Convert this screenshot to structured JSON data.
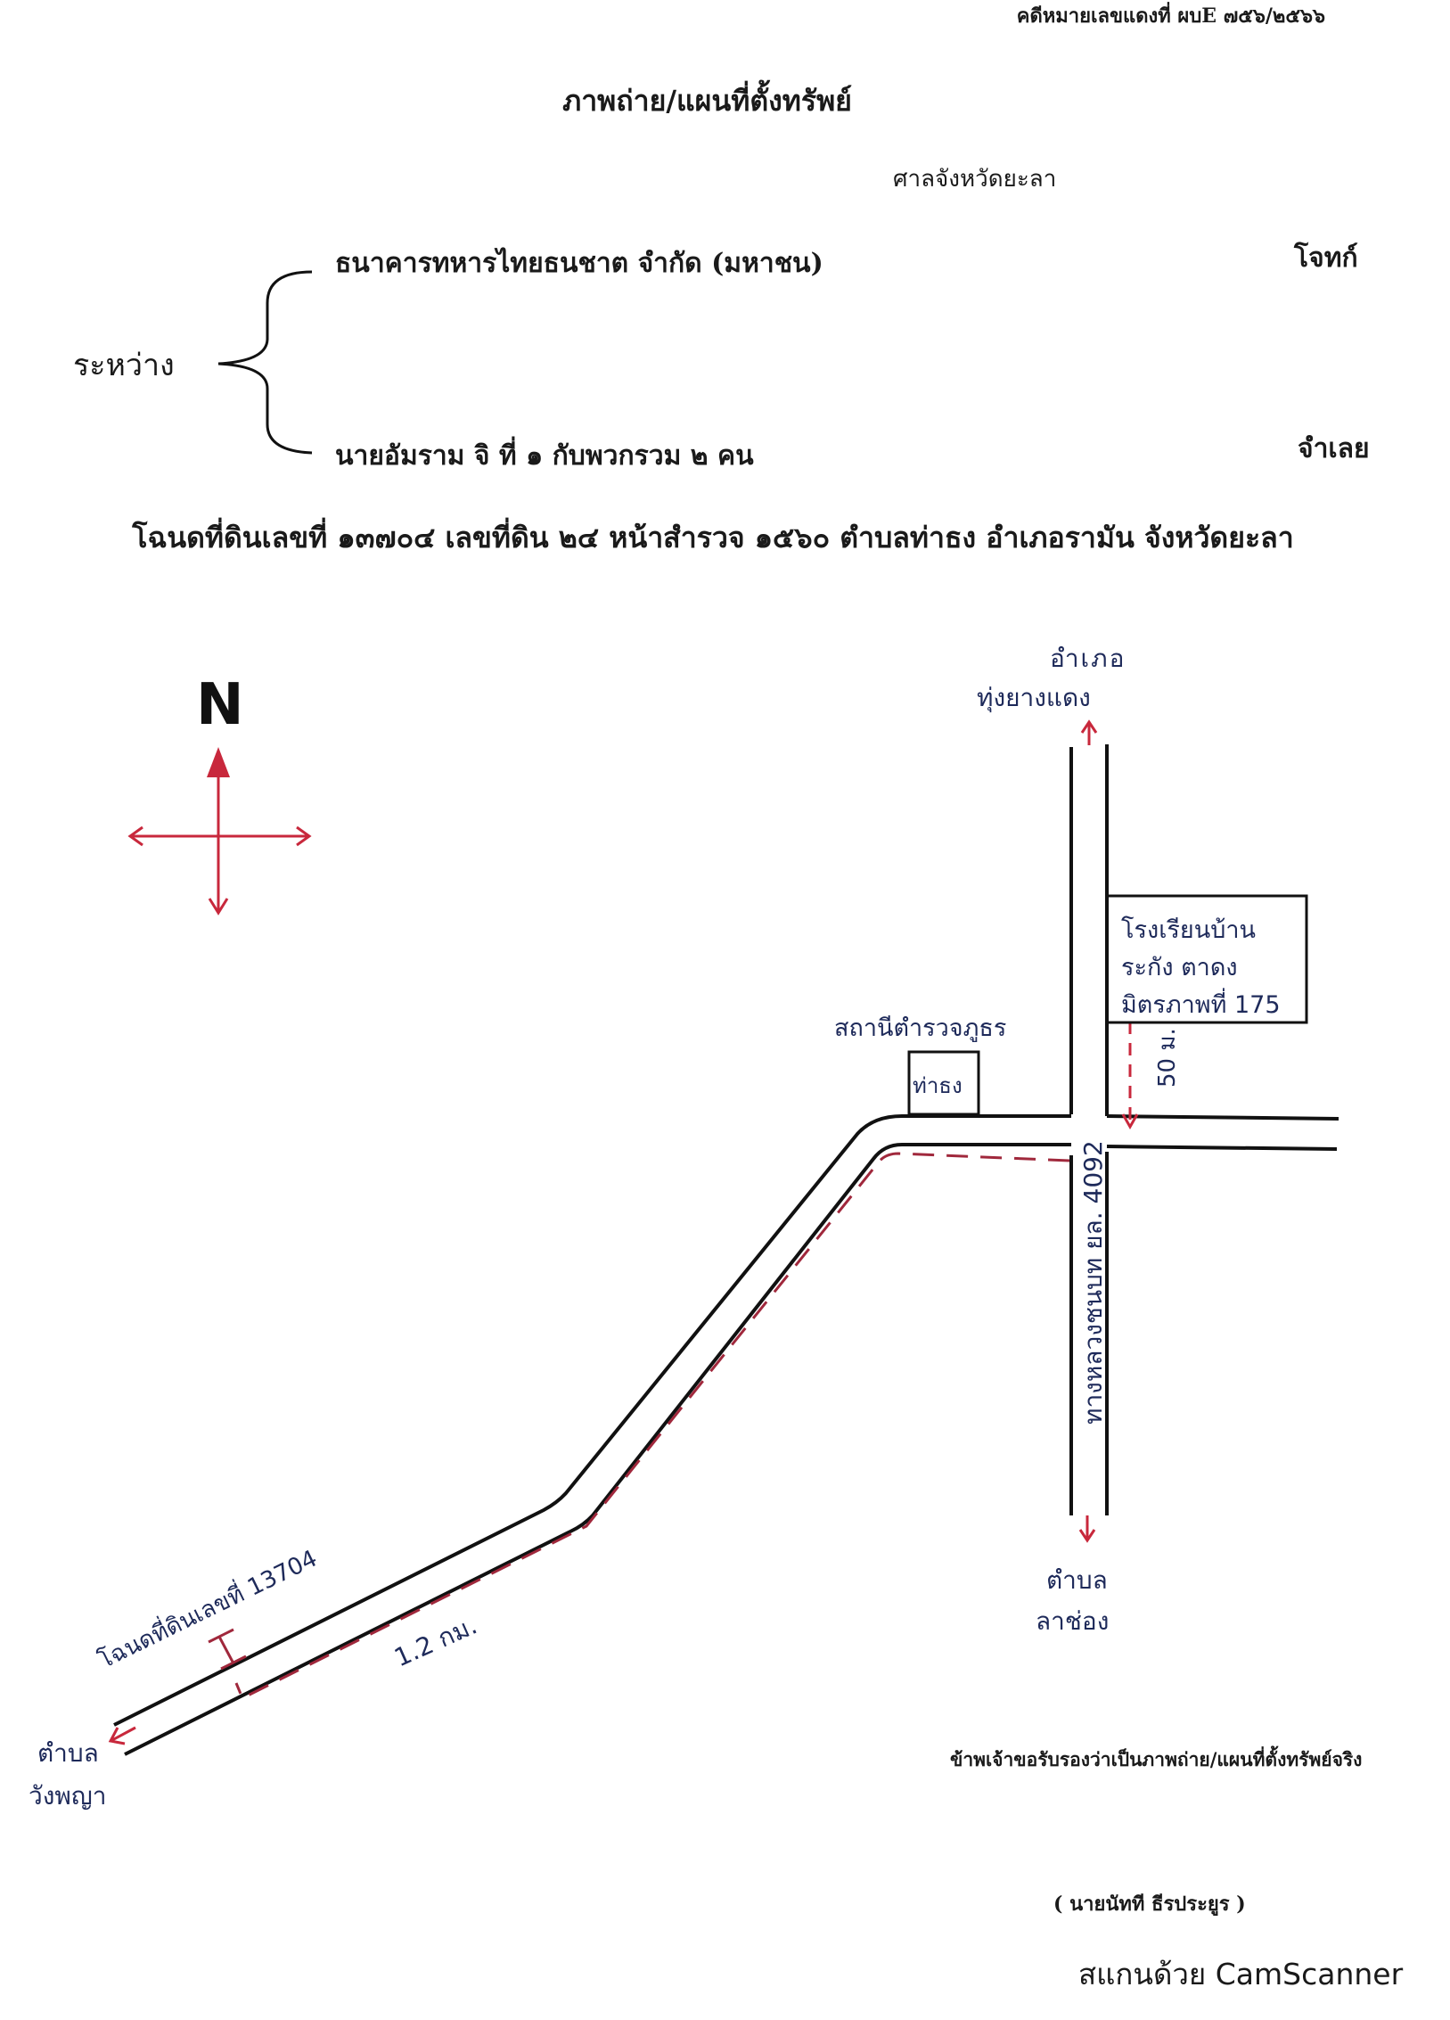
{
  "header": {
    "case_number": "คดีหมายเลขแดงที่ ผบE ๗๕๖/๒๕๖๖",
    "title": "ภาพถ่าย/แผนที่ตั้งทรัพย์",
    "court": "ศาลจังหวัดยะลา"
  },
  "parties": {
    "between_label": "ระหว่าง",
    "plaintiff": "ธนาคารทหารไทยธนชาต จำกัด (มหาชน)",
    "plaintiff_role": "โจทก์",
    "defendant": "นายอัมราม จิ ที่ ๑ กับพวกรวม ๒ คน",
    "defendant_role": "จำเลย"
  },
  "deed_line": "โฉนดที่ดินเลขที่ ๑๓๗๐๔ เลขที่ดิน ๒๔ หน้าสำรวจ ๑๕๖๐ ตำบลท่าธง อำเภอรามัน จังหวัดยะลา",
  "map": {
    "compass_label": "N",
    "north_dest_line1": "อำเภอ",
    "north_dest_line2": "ทุ่งยางแดง",
    "south_dest_line1": "ตำบล",
    "south_dest_line2": "ลาช่อง",
    "west_dest_line1": "ตำบล",
    "west_dest_line2": "วังพญา",
    "school_line1": "โรงเรียนบ้าน",
    "school_line2": "ระกัง ตาดง",
    "school_line3": "มิตรภาพที่ 175",
    "station_line1": "สถานีตำรวจภูธร",
    "station_line2": "ท่าธง",
    "highway_label": "ทางหลวงชนบท ยล. 4092",
    "distance_vertical": "50 ม.",
    "distance_road": "1.2 กม.",
    "deed_marker": "โฉนดที่ดินเลขที่ 13704",
    "colors": {
      "ink": "#111111",
      "red": "#c8283c",
      "dash": "#a0283c",
      "hand": "#1e2a5a"
    }
  },
  "footer": {
    "certify": "ข้าพเจ้าขอรับรองว่าเป็นภาพถ่าย/แผนที่ตั้งทรัพย์จริง",
    "signer": "( นายนัทที ธีรประยูร )",
    "scanner": "สแกนด้วย CamScanner"
  }
}
